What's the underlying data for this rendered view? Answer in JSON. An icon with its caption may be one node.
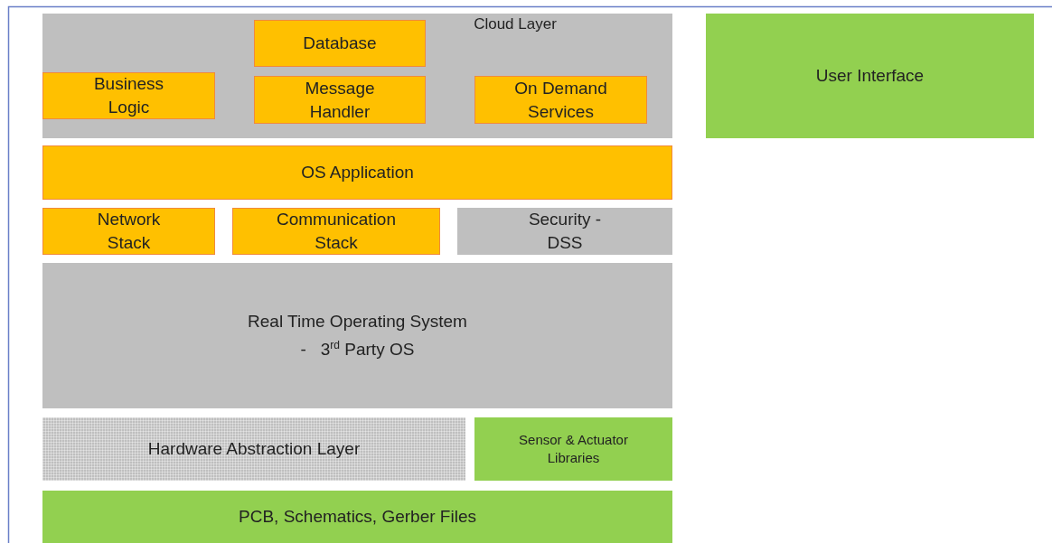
{
  "diagram": {
    "nodes": [
      {
        "text": [
          "Cloud Layer"
        ]
      },
      {
        "text": [
          "Database"
        ],
        "in": 0
      },
      {
        "text": [
          "Business Logic"
        ],
        "in": 0
      },
      {
        "text": [
          "Message Handler"
        ],
        "in": 0
      },
      {
        "text": [
          "On Demand Services"
        ],
        "in": 0
      },
      {
        "text": [
          "User Interface"
        ]
      },
      {
        "text": [
          "OS Application"
        ]
      },
      {
        "text": [
          "Network Stack"
        ]
      },
      {
        "text": [
          "Communication Stack"
        ]
      },
      {
        "text": [
          "Security - DSS"
        ]
      },
      {
        "text": [
          "Real Time Operating System",
          "-   3$^{rd}$ Party OS"
        ]
      },
      {
        "text": [
          "Hardware Abstraction Layer"
        ]
      },
      {
        "text": [
          "Sensor & Actuator Libraries"
        ]
      },
      {
        "text": [
          "PCB, Schematics, Gerber Files"
        ]
      }
    ]
  }
}
